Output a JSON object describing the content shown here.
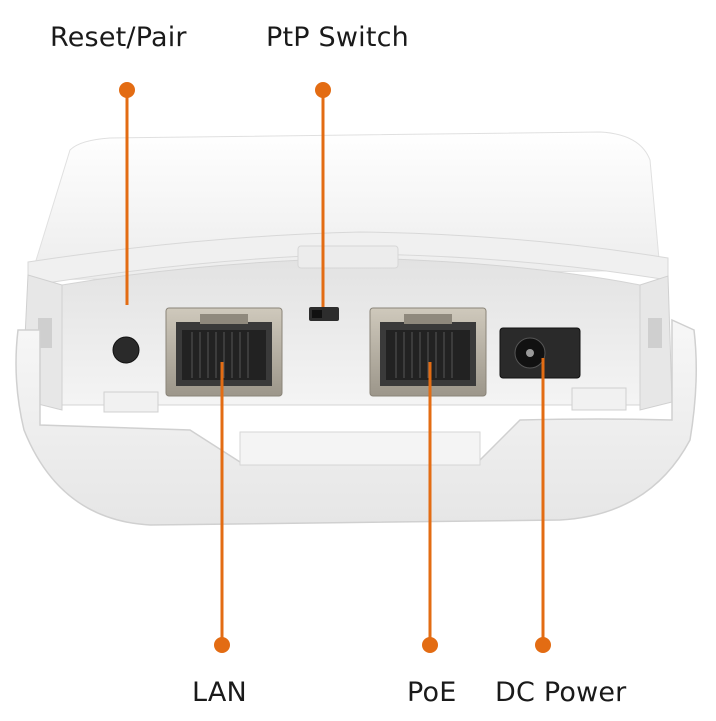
{
  "labels": {
    "reset_pair": "Reset/Pair",
    "ptp_switch": "PtP Switch",
    "lan": "LAN",
    "poe": "PoE",
    "dc_power": "DC Power"
  },
  "colors": {
    "callout": "#e36c13",
    "housing": "#f2f2f2",
    "housing_shadow": "#dcdcdc",
    "panel": "#ebebeb",
    "port_metal": "#b9b3a6",
    "port_dark": "#2b2b2b"
  }
}
